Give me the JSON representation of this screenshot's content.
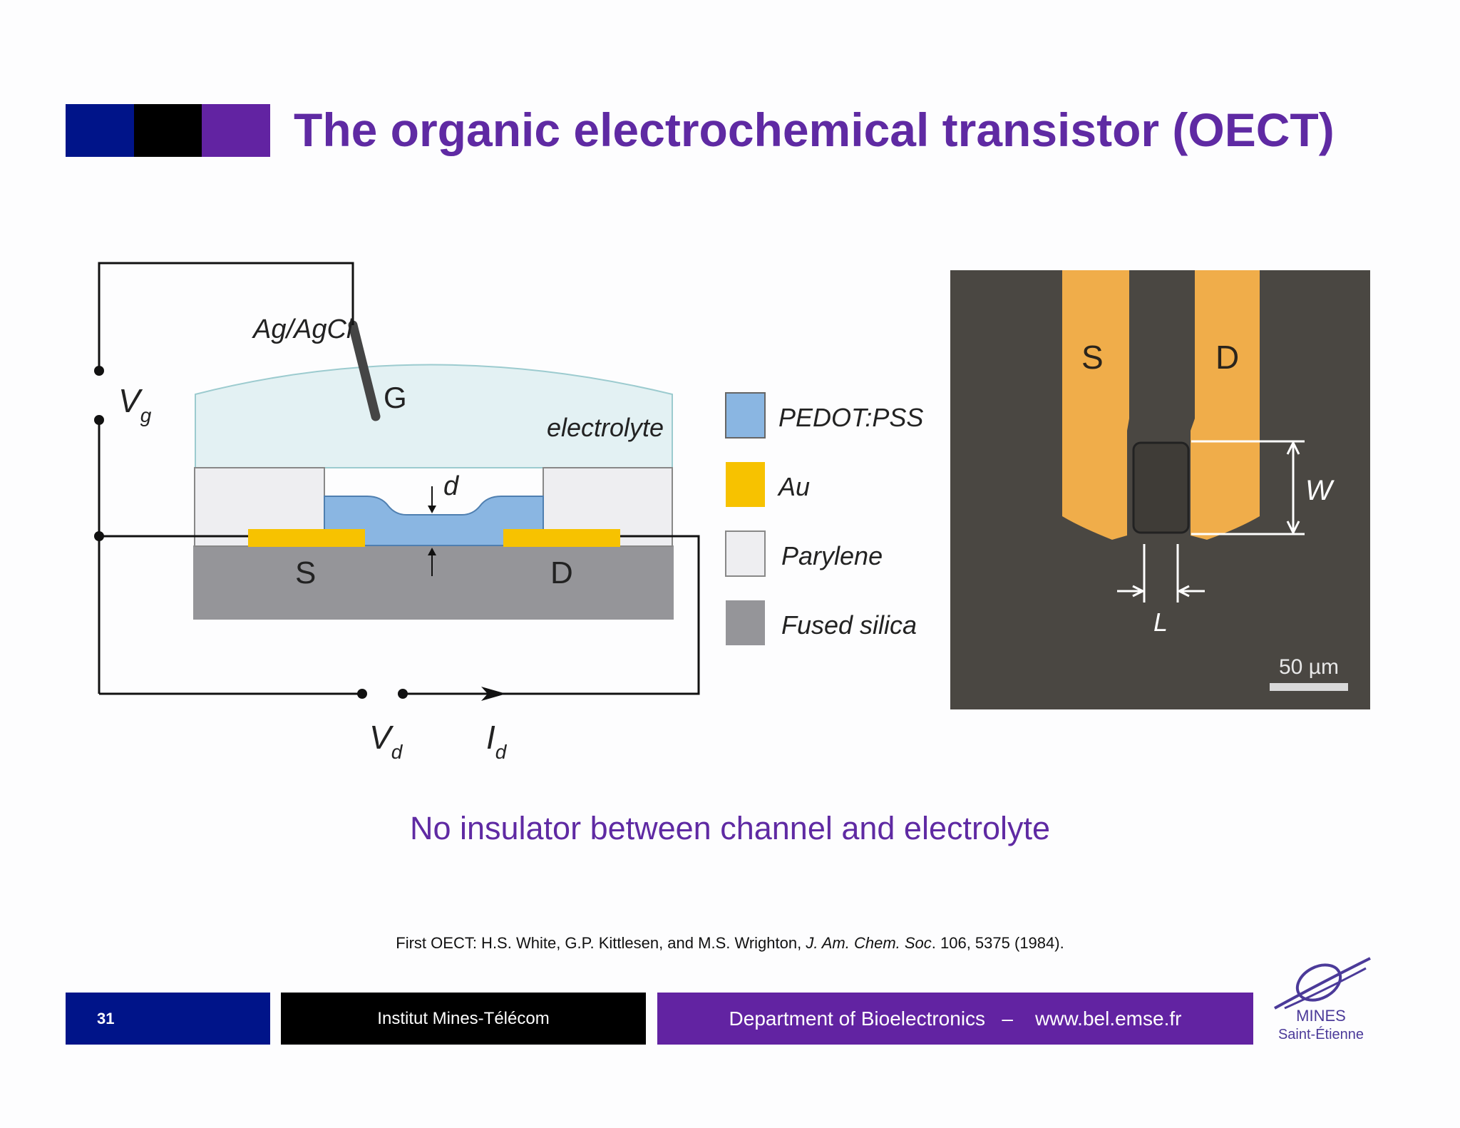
{
  "title": "The organic electrochemical transistor (OECT)",
  "diagram": {
    "electrode_label": "Ag/AgCl",
    "gate_label": "G",
    "electrolyte_label": "electrolyte",
    "thickness_label": "d",
    "source_label": "S",
    "drain_label": "D",
    "vg_main": "V",
    "vg_sub": "g",
    "vd_main": "V",
    "vd_sub": "d",
    "id_main": "I",
    "id_sub": "d",
    "legend": [
      {
        "label": "PEDOT:PSS",
        "color": "#8ab6e2"
      },
      {
        "label": "Au",
        "color": "#f7c200"
      },
      {
        "label": "Parylene",
        "color": "#eeeef1"
      },
      {
        "label": "Fused silica",
        "color": "#959599"
      }
    ]
  },
  "micrograph": {
    "source_label": "S",
    "drain_label": "D",
    "width_label": "W",
    "length_label": "L",
    "scale_label": "50 µm"
  },
  "caption": "No insulator between channel and electrolyte",
  "reference": {
    "prefix": "First OECT: H.S. White, G.P. Kittlesen, and M.S. Wrighton, ",
    "journal": "J. Am. Chem. Soc",
    "suffix": ". 106, 5375 (1984)."
  },
  "footer": {
    "page_number": "31",
    "institute": "Institut Mines-Télécom",
    "department": "Department of Bioelectronics   –    www.bel.emse.fr"
  },
  "logo": {
    "line1": "MINES",
    "line2": "Saint-Étienne"
  }
}
